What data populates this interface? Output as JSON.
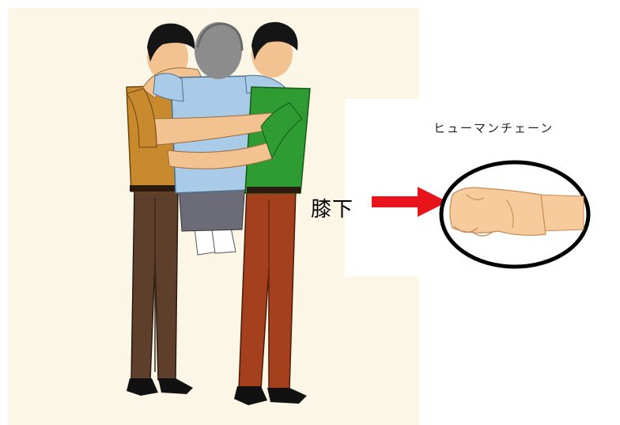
{
  "labels": {
    "knee": "膝下",
    "human_chain": "ヒューマンチェーン"
  },
  "colors": {
    "background_panel": "#fbf6e6",
    "arrow": "#e8141b",
    "circle": "#000000",
    "skin": "#f7cb9c",
    "shirt_left": "#c98a2e",
    "shirt_right": "#2f9b33",
    "shirt_center": "#a9cbe8",
    "pants_left": "#5e3f2b",
    "pants_right": "#a4401e",
    "hair_dark": "#151515",
    "hair_gray": "#8c8c8c"
  },
  "icons": [
    "three-people-carry-figure",
    "red-arrow",
    "hand-grip-icon"
  ]
}
